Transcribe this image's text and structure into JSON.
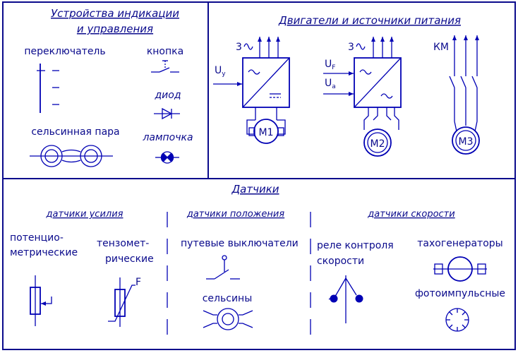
{
  "colors": {
    "ink": "#0a0a8c",
    "line": "#0000b4"
  },
  "sections": {
    "indication": {
      "title_line1": "Устройства индикации",
      "title_line2": "и управления",
      "switch": "переключатель",
      "button": "кнопка",
      "diode": "диод",
      "selsyn_pair": "сельсинная пара",
      "lamp": "лампочка"
    },
    "motors": {
      "title": "Двигатели и источники питания",
      "phase": "3",
      "uy_main": "U",
      "uy_sub": "у",
      "uf_main": "U",
      "uf_sub": "F",
      "ua_main": "U",
      "ua_sub": "a",
      "km": "КМ",
      "m1": "М1",
      "m2": "М2",
      "m3": "М3"
    },
    "sensors": {
      "title": "Датчики",
      "force_title": "датчики усилия",
      "pot_line1": "потенцио-",
      "pot_line2": "метрические",
      "tenso_line1": "тензомет-",
      "tenso_line2": "рические",
      "force_letter": "F",
      "position_title": "датчики положения",
      "limit_switches": "путевые выключатели",
      "selsyns": "сельсины",
      "speed_title": "датчики скорости",
      "relay_line1": "реле контроля",
      "relay_line2": "скорости",
      "tacho": "тахогенераторы",
      "photo": "фотоимпульсные"
    }
  }
}
